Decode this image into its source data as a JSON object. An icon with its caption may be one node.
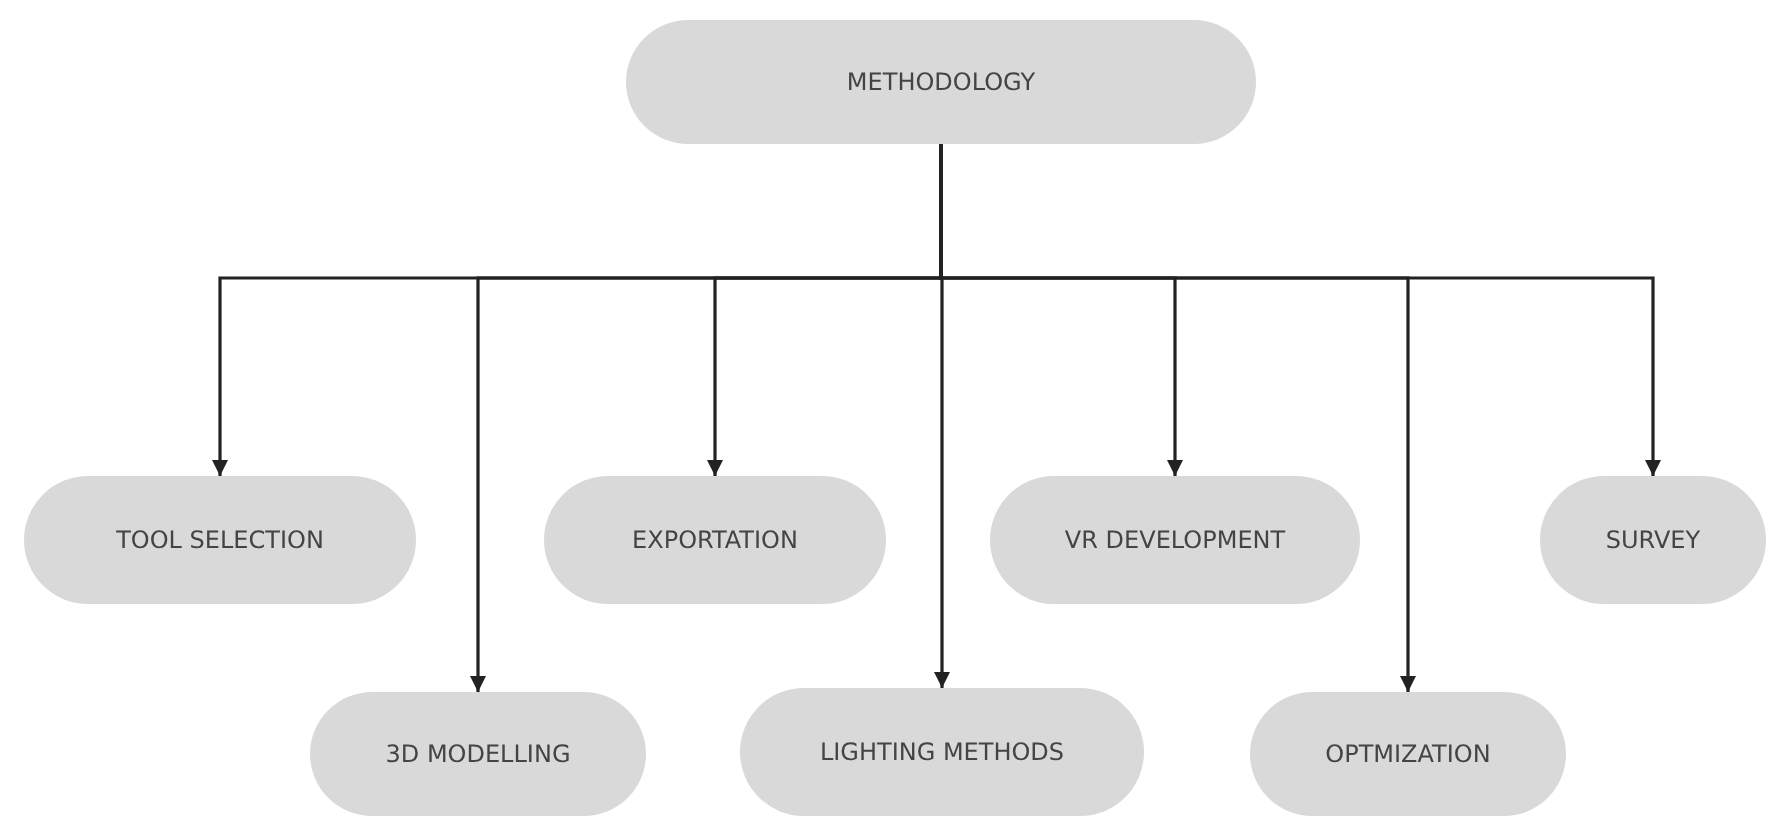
{
  "diagram": {
    "nodes": [
      {
        "text": [
          "METHODOLOGY"
        ]
      },
      {
        "text": [
          "TOOL SELECTION"
        ]
      },
      {
        "text": [
          "3D MODELLING"
        ]
      },
      {
        "text": [
          "EXPORTATION"
        ]
      },
      {
        "text": [
          "LIGHTING METHODS"
        ]
      },
      {
        "text": [
          "VR DEVELOPMENT"
        ]
      },
      {
        "text": [
          "OPTMIZATION"
        ]
      },
      {
        "text": [
          "SURVEY"
        ]
      }
    ],
    "edges": [
      {
        "from": 0,
        "to": 1,
        "arrow": "to"
      },
      {
        "from": 0,
        "to": 2,
        "arrow": "to"
      },
      {
        "from": 0,
        "to": 3,
        "arrow": "to"
      },
      {
        "from": 0,
        "to": 4,
        "arrow": "to"
      },
      {
        "from": 0,
        "to": 5,
        "arrow": "to"
      },
      {
        "from": 0,
        "to": 6,
        "arrow": "to"
      },
      {
        "from": 0,
        "to": 7,
        "arrow": "to"
      }
    ]
  }
}
